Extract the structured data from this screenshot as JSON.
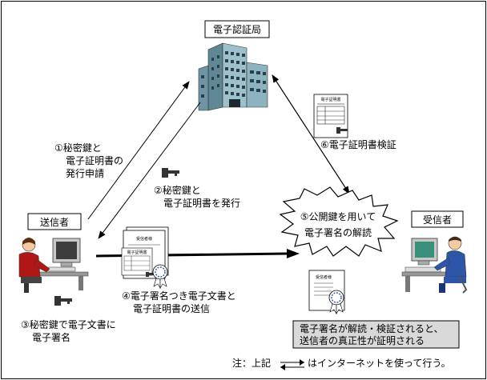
{
  "nodes": {
    "ca": "電子認証局",
    "sender": "送信者",
    "receiver": "受信者"
  },
  "steps": {
    "s1_line1": "①秘密鍵と",
    "s1_line2": "電子証明書の",
    "s1_line3": "発行申請",
    "s2_line1": "②秘密鍵と",
    "s2_line2": "電子証明書を発行",
    "s3_line1": "③秘密鍵で電子文書に",
    "s3_line2": "電子署名",
    "s4_line1": "④電子署名つき電子文書と",
    "s4_line2": "電子証明書の送信",
    "s5_line1": "⑤公開鍵を用いて",
    "s5_line2": "電子署名の解読",
    "s6": "⑥電子証明書検証"
  },
  "doc_labels": {
    "signed_doc_title": "受信者様",
    "cert_title": "電子証明書",
    "received_doc_title": "受信者様"
  },
  "result_box": {
    "line1": "電子署名が解読・検証されると、",
    "line2": "送信者の真正性が証明される"
  },
  "note": {
    "prefix": "注：上記",
    "suffix": "はインターネットを使って行う。"
  },
  "colors": {
    "line": "#000000",
    "result_bg": "#d9d9d9",
    "building": "#7fa7b5",
    "monitor": "#c8c8c8",
    "shirt_blue": "#2e56a8",
    "pants_red": "#b01818"
  }
}
